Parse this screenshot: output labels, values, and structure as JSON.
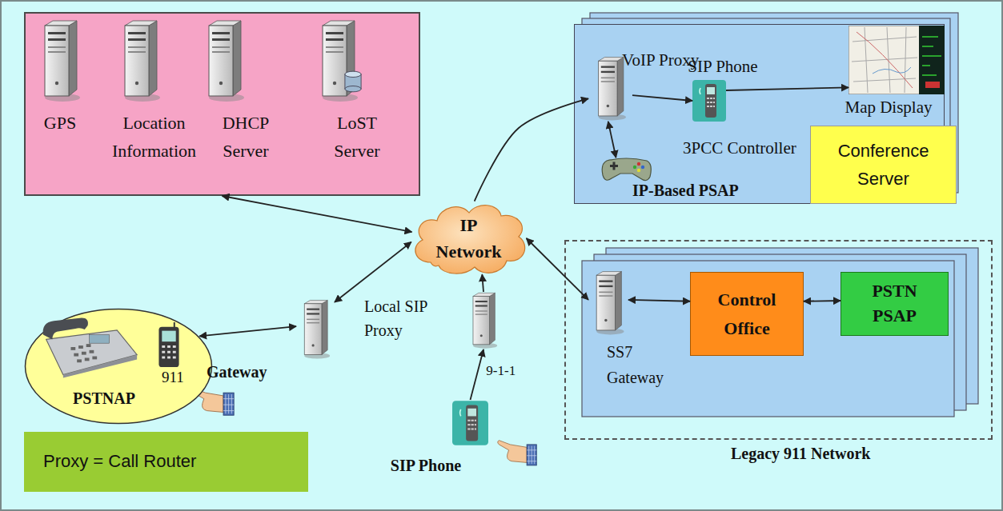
{
  "diagram": {
    "nodes": [
      {
        "text": []
      },
      {
        "text": [
          "GPS"
        ],
        "in": 0
      },
      {
        "text": [
          "Location Information"
        ],
        "in": 0
      },
      {
        "text": [
          "DHCP Server"
        ],
        "in": 0
      },
      {
        "text": [
          "LoST Server"
        ],
        "in": 0
      },
      {
        "text": [
          "IP-Based PSAP"
        ]
      },
      {
        "text": [
          "VoIP Proxy"
        ],
        "in": 5
      },
      {
        "text": [
          "SIP Phone"
        ],
        "in": 5
      },
      {
        "text": [
          "Map Display"
        ],
        "in": 5
      },
      {
        "text": [
          "3PCC Controller"
        ],
        "in": 5
      },
      {
        "text": [
          "Conference Server"
        ],
        "in": 5
      },
      {
        "text": [
          "IP Network"
        ]
      },
      {
        "text": [
          "911",
          "PSTNAP"
        ]
      },
      {
        "text": [
          "Gateway"
        ]
      },
      {
        "text": [
          "Local SIP Proxy"
        ]
      },
      {
        "text": [
          "SIP Phone"
        ]
      },
      {
        "text": [
          "Legacy 911 Network"
        ]
      },
      {
        "text": [
          "SS7 Gateway"
        ],
        "in": 16
      },
      {
        "text": [
          "Control Office"
        ],
        "in": 16
      },
      {
        "text": [
          "PSTN PSAP"
        ],
        "in": 16
      },
      {
        "text": [
          "Proxy = Call Router"
        ]
      }
    ],
    "edges": [
      {
        "from": 11,
        "to": 0,
        "arrow": "both"
      },
      {
        "from": 11,
        "to": 6,
        "arrow": "to"
      },
      {
        "from": 6,
        "to": 7,
        "arrow": "to"
      },
      {
        "from": 7,
        "to": 8,
        "arrow": "to"
      },
      {
        "from": 6,
        "to": 9,
        "arrow": "both"
      },
      {
        "from": 12,
        "to": 13,
        "arrow": "both"
      },
      {
        "from": 13,
        "to": 11,
        "arrow": "both"
      },
      {
        "from": 15,
        "to": 14,
        "arrow": "to",
        "label": "9-1-1"
      },
      {
        "from": 14,
        "to": 11,
        "arrow": "to"
      },
      {
        "from": 11,
        "to": 17,
        "arrow": "both"
      },
      {
        "from": 17,
        "to": 18,
        "arrow": "both"
      },
      {
        "from": 18,
        "to": 19,
        "arrow": "both"
      }
    ]
  }
}
